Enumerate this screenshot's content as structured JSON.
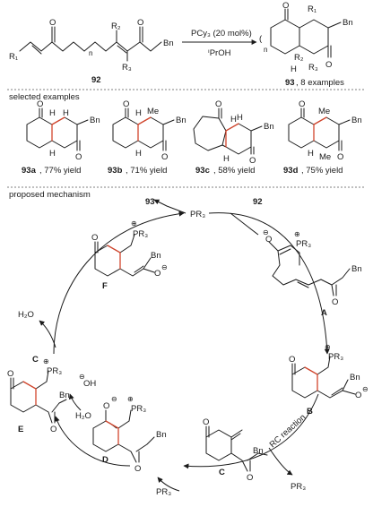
{
  "reaction": {
    "reagent": "PCy₃ (20 mol%)",
    "solvent": "ⁱPrOH",
    "substrate_label": "92",
    "product_label": "93",
    "product_note": ", 8 examples",
    "atoms": {
      "R1": "R₁",
      "R2": "R₂",
      "R3": "R₃",
      "Bn": "Bn",
      "O": "O",
      "H": "H",
      "n": "n",
      "Me": "Me"
    }
  },
  "sections": {
    "examples_header": "selected examples",
    "mechanism_header": "proposed mechanism"
  },
  "examples": [
    {
      "label": "93a",
      "yield": ", 77% yield"
    },
    {
      "label": "93b",
      "yield": ", 71% yield"
    },
    {
      "label": "93c",
      "yield": ", 58% yield"
    },
    {
      "label": "93d",
      "yield": ", 75% yield"
    }
  ],
  "mechanism": {
    "catalyst": "PR₃",
    "phosphonium": "PR₃",
    "plus": "⊕",
    "minus": "⊖",
    "oxygen_anion": "O",
    "hydroxide": "OH",
    "water": "H₂O",
    "rc_step": "RC reaction",
    "intermediates": [
      "A",
      "B",
      "C",
      "D",
      "E",
      "F"
    ],
    "start_label": "92",
    "end_label": "93"
  }
}
